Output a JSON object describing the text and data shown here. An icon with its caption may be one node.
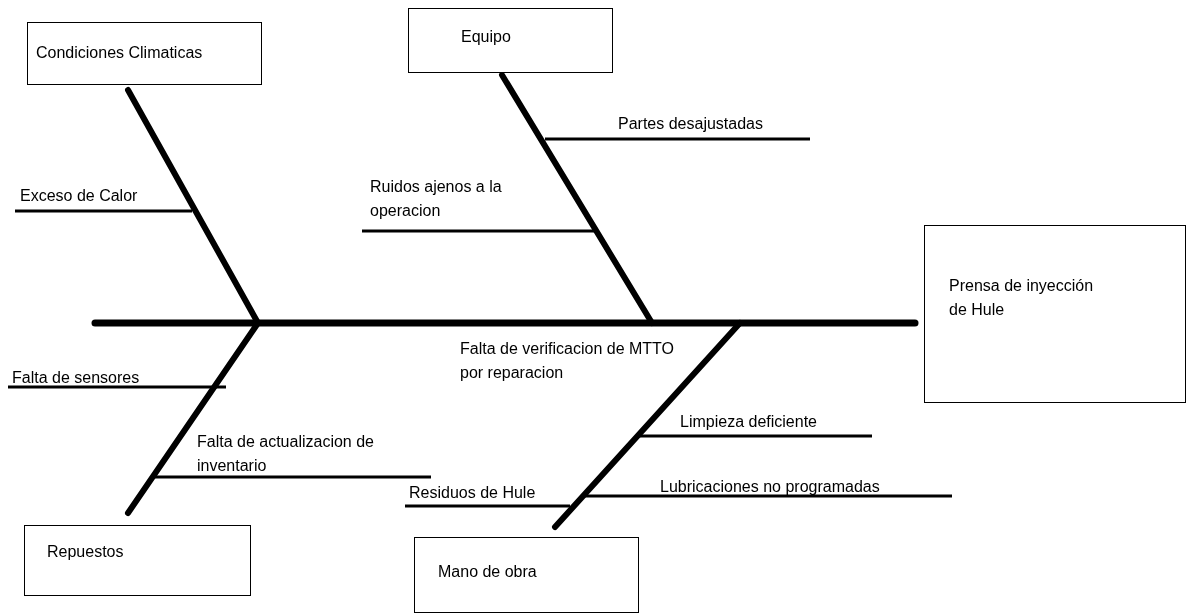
{
  "diagram": {
    "nodes": [
      {
        "text": [
          "Condiciones Climaticas"
        ]
      },
      {
        "text": [
          "Equipo"
        ]
      },
      {
        "text": [
          "Prensa de inyección de Hule"
        ]
      },
      {
        "text": [
          "Repuestos"
        ]
      },
      {
        "text": [
          "Mano de obra"
        ]
      }
    ],
    "edges": [
      {
        "from": 0,
        "to": null,
        "arrow": "none"
      },
      {
        "from": 1,
        "to": null,
        "arrow": "none"
      },
      {
        "from": 3,
        "to": null,
        "arrow": "none"
      },
      {
        "from": 4,
        "to": null,
        "arrow": "none"
      }
    ],
    "labels": [
      "Partes desajustadas",
      "Ruidos ajenos a la operacion",
      "Exceso de Calor",
      "Falta de verificacion de MTTO por reparacion",
      "Falta de sensores",
      "Limpieza deficiente",
      "Falta de actualizacion de inventario",
      "Lubricaciones no programadas",
      "Residuos de Hule"
    ]
  }
}
